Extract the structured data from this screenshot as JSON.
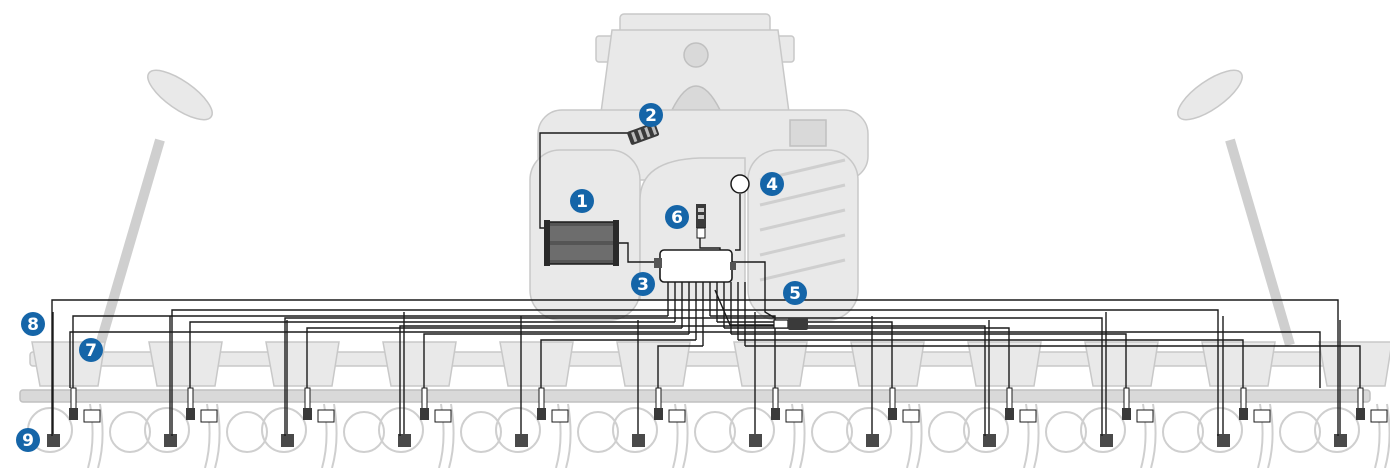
{
  "diagram": {
    "markers": [
      {
        "id": "1",
        "label": "1"
      },
      {
        "id": "2",
        "label": "2"
      },
      {
        "id": "3",
        "label": "3"
      },
      {
        "id": "4",
        "label": "4"
      },
      {
        "id": "5",
        "label": "5"
      },
      {
        "id": "6",
        "label": "6"
      },
      {
        "id": "7",
        "label": "7"
      },
      {
        "id": "8",
        "label": "8"
      },
      {
        "id": "9",
        "label": "9"
      }
    ],
    "row_unit_count": 12,
    "colors": {
      "marker": "#1565a8",
      "wire": "#1a1a1a",
      "ghost": "#d6d6d6",
      "sensor": "#4a4a4a"
    }
  }
}
